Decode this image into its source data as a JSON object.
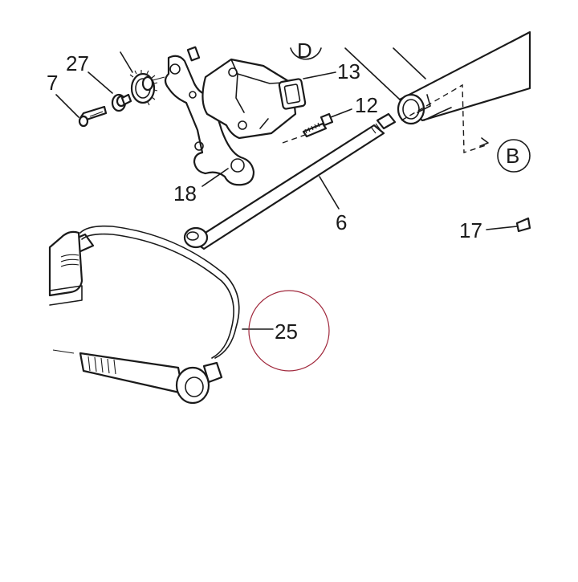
{
  "callouts": {
    "c27": "27",
    "c7": "7",
    "c13": "13",
    "c12": "12",
    "c18": "18",
    "c6": "6",
    "c17": "17",
    "c25": "25"
  },
  "view_refs": {
    "b": "B",
    "d": "D"
  },
  "colors": {
    "line": "#1a1a1a",
    "highlight_circle": "#a0283c",
    "background": "#ffffff"
  }
}
